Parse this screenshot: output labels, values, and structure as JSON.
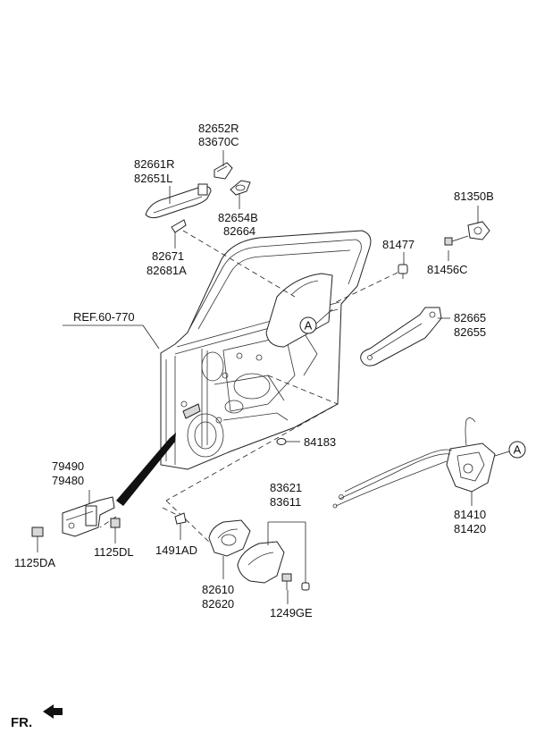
{
  "labels": {
    "p82652R": "82652R",
    "p83670C": "83670C",
    "p82661R": "82661R",
    "p82651L": "82651L",
    "p82654B": "82654B",
    "p82664": "82664",
    "p82671": "82671",
    "p82681A": "82681A",
    "p81350B": "81350B",
    "p81477": "81477",
    "p81456C": "81456C",
    "p82665": "82665",
    "p82655": "82655",
    "ref": "REF.60-770",
    "p84183": "84183",
    "p79490": "79490",
    "p79480": "79480",
    "p1125DA": "1125DA",
    "p1125DL": "1125DL",
    "p83621": "83621",
    "p83611": "83611",
    "p1491AD": "1491AD",
    "p82610": "82610",
    "p82620": "82620",
    "p1249GE": "1249GE",
    "p81410": "81410",
    "p81420": "81420",
    "callout_a1": "A",
    "callout_a2": "A",
    "fr": "FR."
  }
}
